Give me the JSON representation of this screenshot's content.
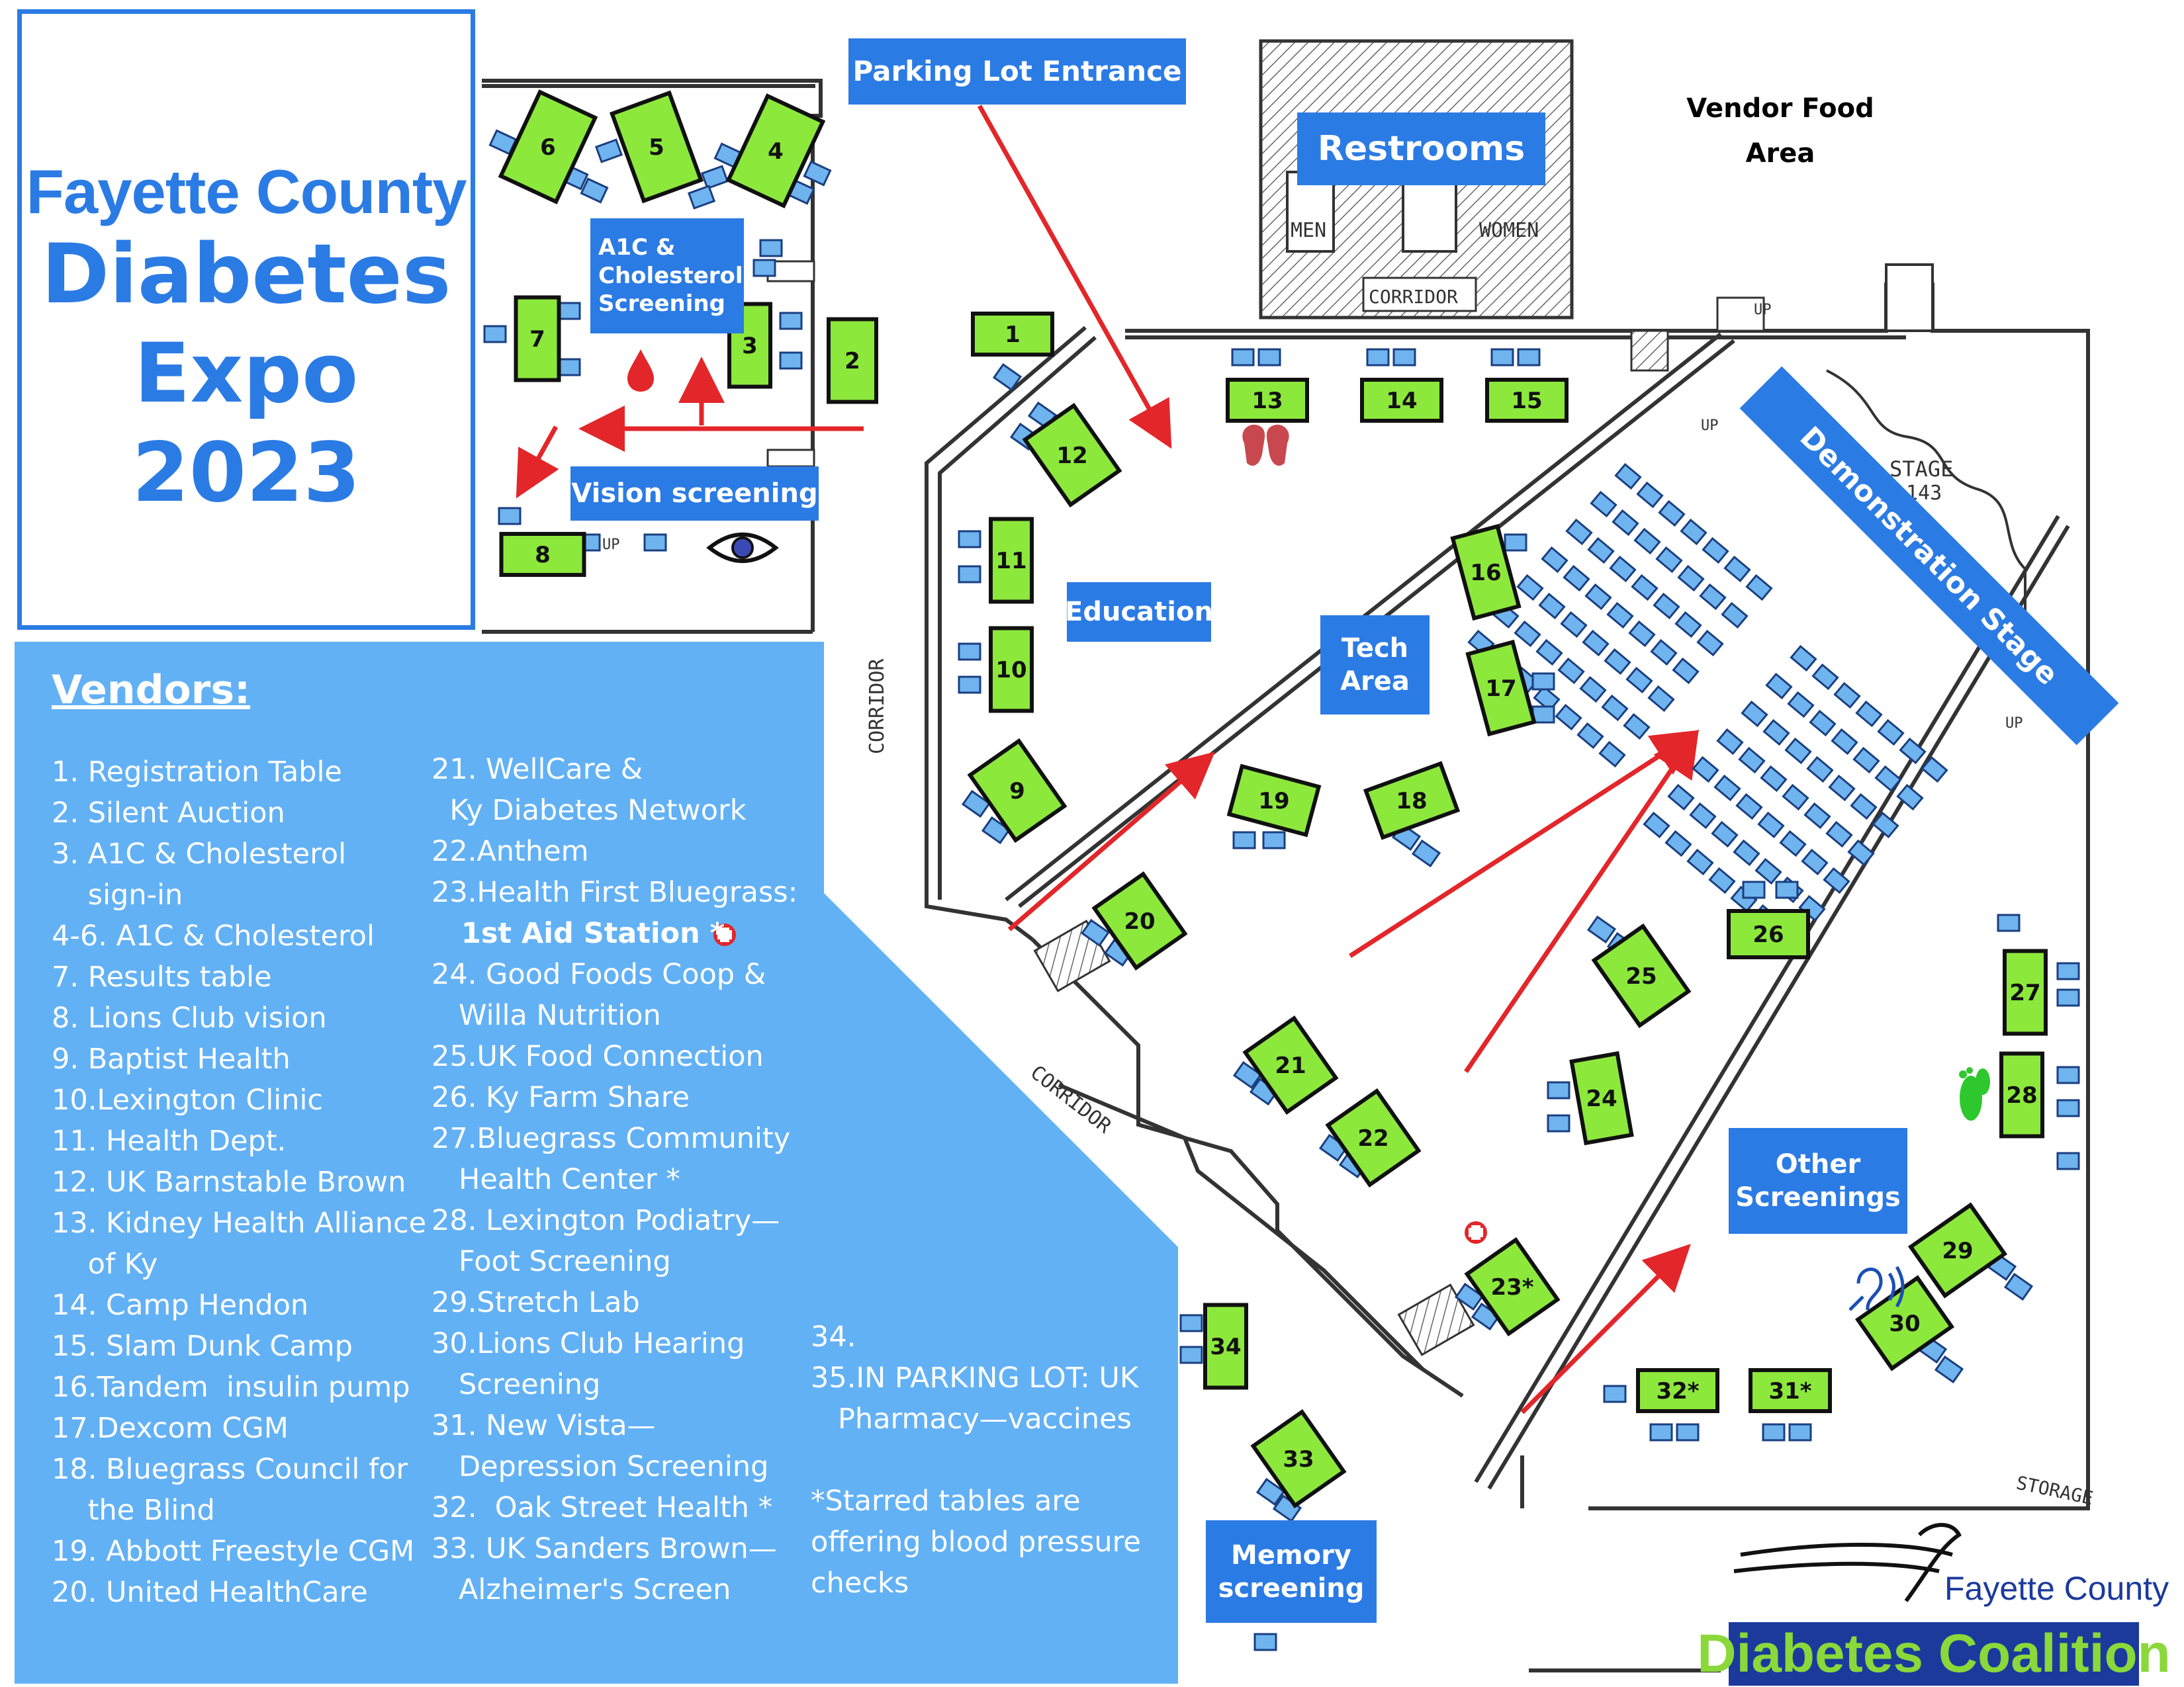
{
  "title": {
    "county": "Fayette County",
    "line1": "Diabetes",
    "line2": "Expo",
    "line3": "2023"
  },
  "areas": {
    "parking_lot_entrance": "Parking Lot Entrance",
    "restrooms": "Restrooms",
    "vendor_food_area": "Vendor Food Area",
    "a1c_screening": "A1C & Cholesterol Screening",
    "vision_screening": "Vision screening",
    "education": "Education",
    "tech_area": "Tech Area",
    "demonstration_stage": "Demonstration Stage",
    "other_screenings": "Other Screenings",
    "memory_screening": "Memory screening"
  },
  "floorplan_text": {
    "men": "MEN",
    "women": "WOMEN",
    "corridor": "CORRIDOR",
    "stage": "STAGE",
    "stage_num": "143",
    "storage": "STORAGE",
    "up": "UP"
  },
  "tables": [
    "1",
    "2",
    "3",
    "4",
    "5",
    "6",
    "7",
    "8",
    "9",
    "10",
    "11",
    "12",
    "13",
    "14",
    "15",
    "16",
    "17",
    "18",
    "19",
    "20",
    "21",
    "22",
    "23*",
    "24",
    "25",
    "26",
    "27",
    "28",
    "29",
    "30",
    "31*",
    "32*",
    "33",
    "34"
  ],
  "vendors": {
    "heading": "Vendors:",
    "col1": [
      "1. Registration Table",
      "2. Silent Auction",
      "3. A1C & Cholesterol",
      "    sign-in",
      "4-6. A1C & Cholesterol",
      "7. Results table",
      "8. Lions Club vision",
      "9. Baptist Health",
      "10.Lexington Clinic",
      "11. Health Dept.",
      "12. UK Barnstable Brown",
      "13. Kidney Health Alliance",
      "    of Ky",
      "14. Camp Hendon",
      "15. Slam Dunk Camp",
      "16.Tandem  insulin pump",
      "17.Dexcom CGM",
      "18. Bluegrass Council for",
      "    the Blind",
      "19. Abbott Freestyle CGM",
      "20. United HealthCare"
    ],
    "col2": [
      "21. WellCare &",
      "  Ky Diabetes Network",
      "22.Anthem",
      "23.Health First Bluegrass:",
      "   1st Aid Station *",
      "24. Good Foods Coop &",
      "   Willa Nutrition",
      "25.UK Food Connection",
      "26. Ky Farm Share",
      "27.Bluegrass Community",
      "   Health Center *",
      "28. Lexington Podiatry—",
      "   Foot Screening",
      "29.Stretch Lab",
      "30.Lions Club Hearing",
      "   Screening",
      "31. New Vista—",
      "   Depression Screening",
      "32.  Oak Street Health *",
      "33. UK Sanders Brown—",
      "   Alzheimer's Screen"
    ],
    "col3": [
      "34.",
      "35.IN PARKING LOT: UK",
      "   Pharmacy—vaccines",
      "",
      "*Starred tables are",
      "offering blood pressure",
      "checks"
    ]
  },
  "logo": {
    "line1": "Fayette County",
    "line2": "Diabetes Coalition"
  },
  "colors": {
    "accent_blue": "#2b7be4",
    "vendors_panel": "#62b1f5",
    "table_green": "#8de83c",
    "seat_blue": "#6fb4ef",
    "arrow_red": "#e3262a",
    "logo_navy": "#1b3a9c",
    "logo_green": "#8ad83a"
  }
}
